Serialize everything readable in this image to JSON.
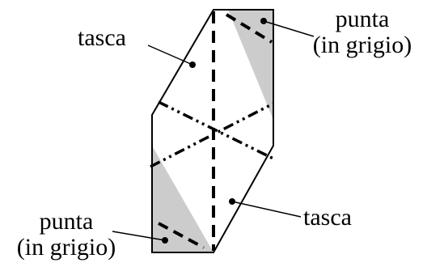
{
  "labels": {
    "tasca_top": "tasca",
    "tasca_bottom": "tasca",
    "punta_top_line1": "punta",
    "punta_top_line2": "(in grigio)",
    "punta_bottom_line1": "punta",
    "punta_bottom_line2": "(in grigio)"
  },
  "colors": {
    "tip_fill": "#cccccc",
    "stroke": "#000000",
    "background": "#ffffff"
  }
}
